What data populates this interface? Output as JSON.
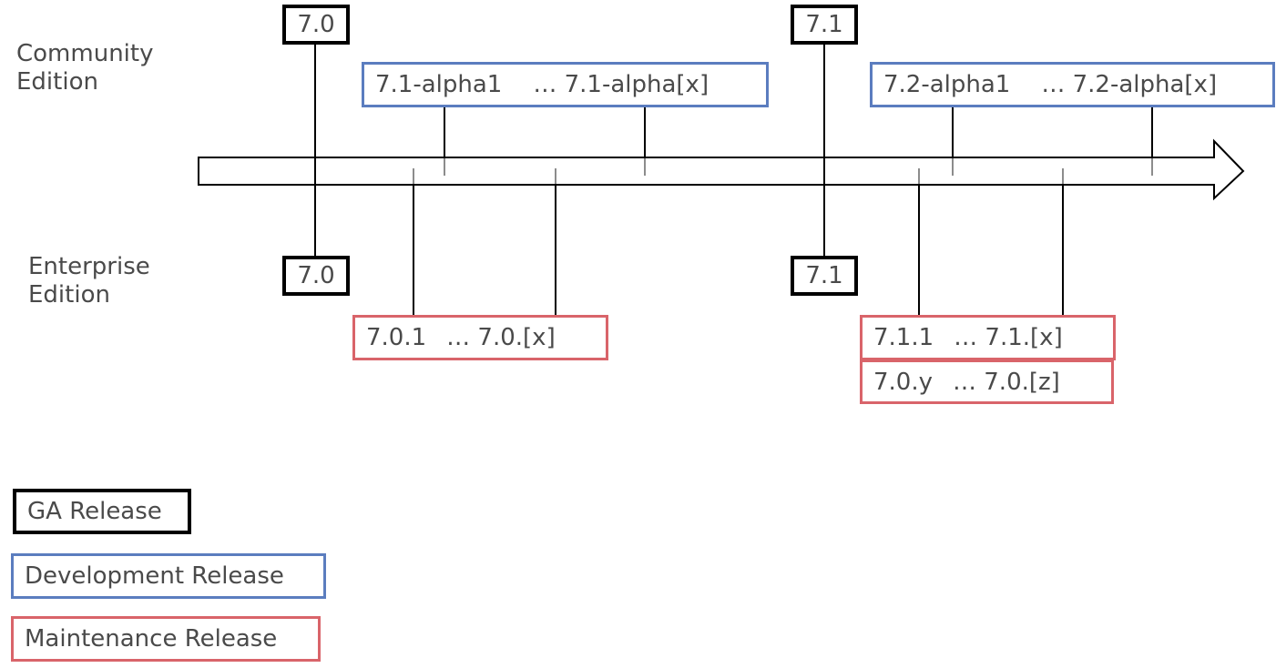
{
  "editions": {
    "community": [
      "Community",
      "Edition"
    ],
    "enterprise": [
      "Enterprise",
      "Edition"
    ]
  },
  "ga_releases": {
    "community_70": "7.0",
    "community_71": "7.1",
    "enterprise_70": "7.0",
    "enterprise_71": "7.1"
  },
  "dev_releases": {
    "r71": {
      "start": "7.1-alpha1",
      "end": "… 7.1-alpha[x]"
    },
    "r72": {
      "start": "7.2-alpha1",
      "end": "… 7.2-alpha[x]"
    }
  },
  "maint_releases": {
    "r70": {
      "start": "7.0.1",
      "end": "… 7.0.[x]"
    },
    "r71": {
      "start": "7.1.1",
      "end": "… 7.1.[x]"
    },
    "r70y": {
      "start": "7.0.y",
      "end": "… 7.0.[z]"
    }
  },
  "legend": {
    "ga": "GA Release",
    "dev": "Development Release",
    "maint": "Maintenance Release"
  },
  "colors": {
    "ga": "#000000",
    "dev": "#5b7dbf",
    "maint": "#d9646a",
    "text": "#4a4a4a"
  }
}
